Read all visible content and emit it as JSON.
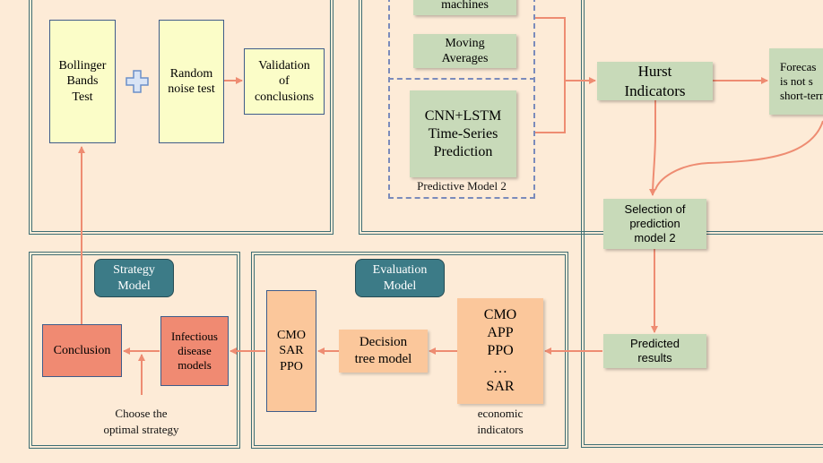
{
  "boxes": {
    "bollinger": "Bollinger\nBands\nTest",
    "random_noise": "Random\nnoise test",
    "validation": "Validation\nof\nconclusions",
    "machines": "machines",
    "moving_averages": "Moving\nAverages",
    "cnn_lstm": "CNN+LSTM\nTime-Series\nPrediction",
    "hurst": "Hurst\nIndicators",
    "forecast": "Forecas\nis not s\nshort-term",
    "selection": "Selection of\nprediction\nmodel 2",
    "predicted": "Predicted\nresults",
    "conclusion": "Conclusion",
    "infectious": "Infectious\ndisease\nmodels",
    "cmo_sar_ppo": "CMO\nSAR\nPPO",
    "decision_tree": "Decision\ntree model",
    "indicators_list": "CMO\nAPP\nPPO\n…\nSAR"
  },
  "labels": {
    "strategy_model": "Strategy\nModel",
    "evaluation_model": "Evaluation\nModel",
    "predictive_model_2": "Predictive Model 2",
    "choose_strategy": "Choose the\noptimal strategy",
    "economic_indicators": "economic\nindicators"
  },
  "icons": {
    "plus": "plus-icon"
  },
  "colors": {
    "background": "#fdebd7",
    "frame": "#3d6e74",
    "arrow": "#ee8c72",
    "yellow_box": "#fbfdc8",
    "green_box": "#c8dab9",
    "salmon_box": "#f08a72",
    "peach_box": "#fbc79b",
    "teal_label": "#3c7b87"
  }
}
